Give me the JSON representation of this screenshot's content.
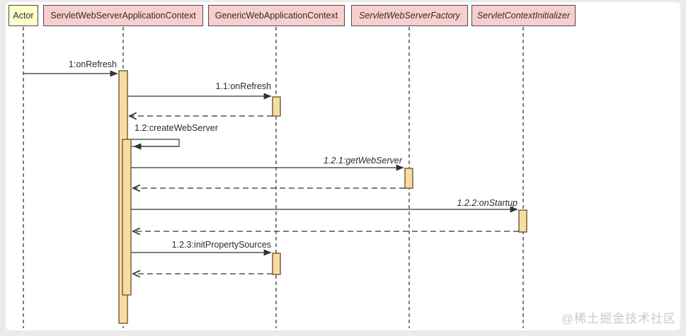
{
  "diagram": {
    "type": "uml-sequence",
    "participants": [
      {
        "id": "actor",
        "name": "Actor",
        "stereotype": "actor"
      },
      {
        "id": "servlet-web-server-application-context",
        "name": "ServletWebServerApplicationContext",
        "stereotype": "class"
      },
      {
        "id": "generic-web-application-context",
        "name": "GenericWebApplicationContext",
        "stereotype": "class"
      },
      {
        "id": "servlet-web-server-factory",
        "name": "ServletWebServerFactory",
        "stereotype": "interface"
      },
      {
        "id": "servlet-context-initializer",
        "name": "ServletContextInitializer",
        "stereotype": "interface"
      }
    ],
    "messages": [
      {
        "label": "1:onRefresh",
        "from": "Actor",
        "to": "ServletWebServerApplicationContext",
        "kind": "call"
      },
      {
        "label": "1.1:onRefresh",
        "from": "ServletWebServerApplicationContext",
        "to": "GenericWebApplicationContext",
        "kind": "call"
      },
      {
        "label": "1.2:createWebServer",
        "from": "ServletWebServerApplicationContext",
        "to": "ServletWebServerApplicationContext",
        "kind": "self-call"
      },
      {
        "label": "1.2.1:getWebServer",
        "from": "ServletWebServerApplicationContext",
        "to": "ServletWebServerFactory",
        "kind": "call"
      },
      {
        "label": "1.2.2:onStartup",
        "from": "ServletWebServerApplicationContext",
        "to": "ServletContextInitializer",
        "kind": "call"
      },
      {
        "label": "1.2.3:initPropertySources",
        "from": "ServletWebServerApplicationContext",
        "to": "GenericWebApplicationContext",
        "kind": "call"
      }
    ],
    "watermark": "@稀土掘金技术社区",
    "colors": {
      "actor_fill": "#ffffcc",
      "class_fill": "#f8cfce",
      "activation_fill": "#f8dca6",
      "activation_border": "#6e5b28",
      "box_border": "#4a4a4a",
      "line": "#333333",
      "watermark": "#c9c9c9",
      "page_background": "#ebebeb",
      "canvas_background": "#ffffff"
    }
  }
}
